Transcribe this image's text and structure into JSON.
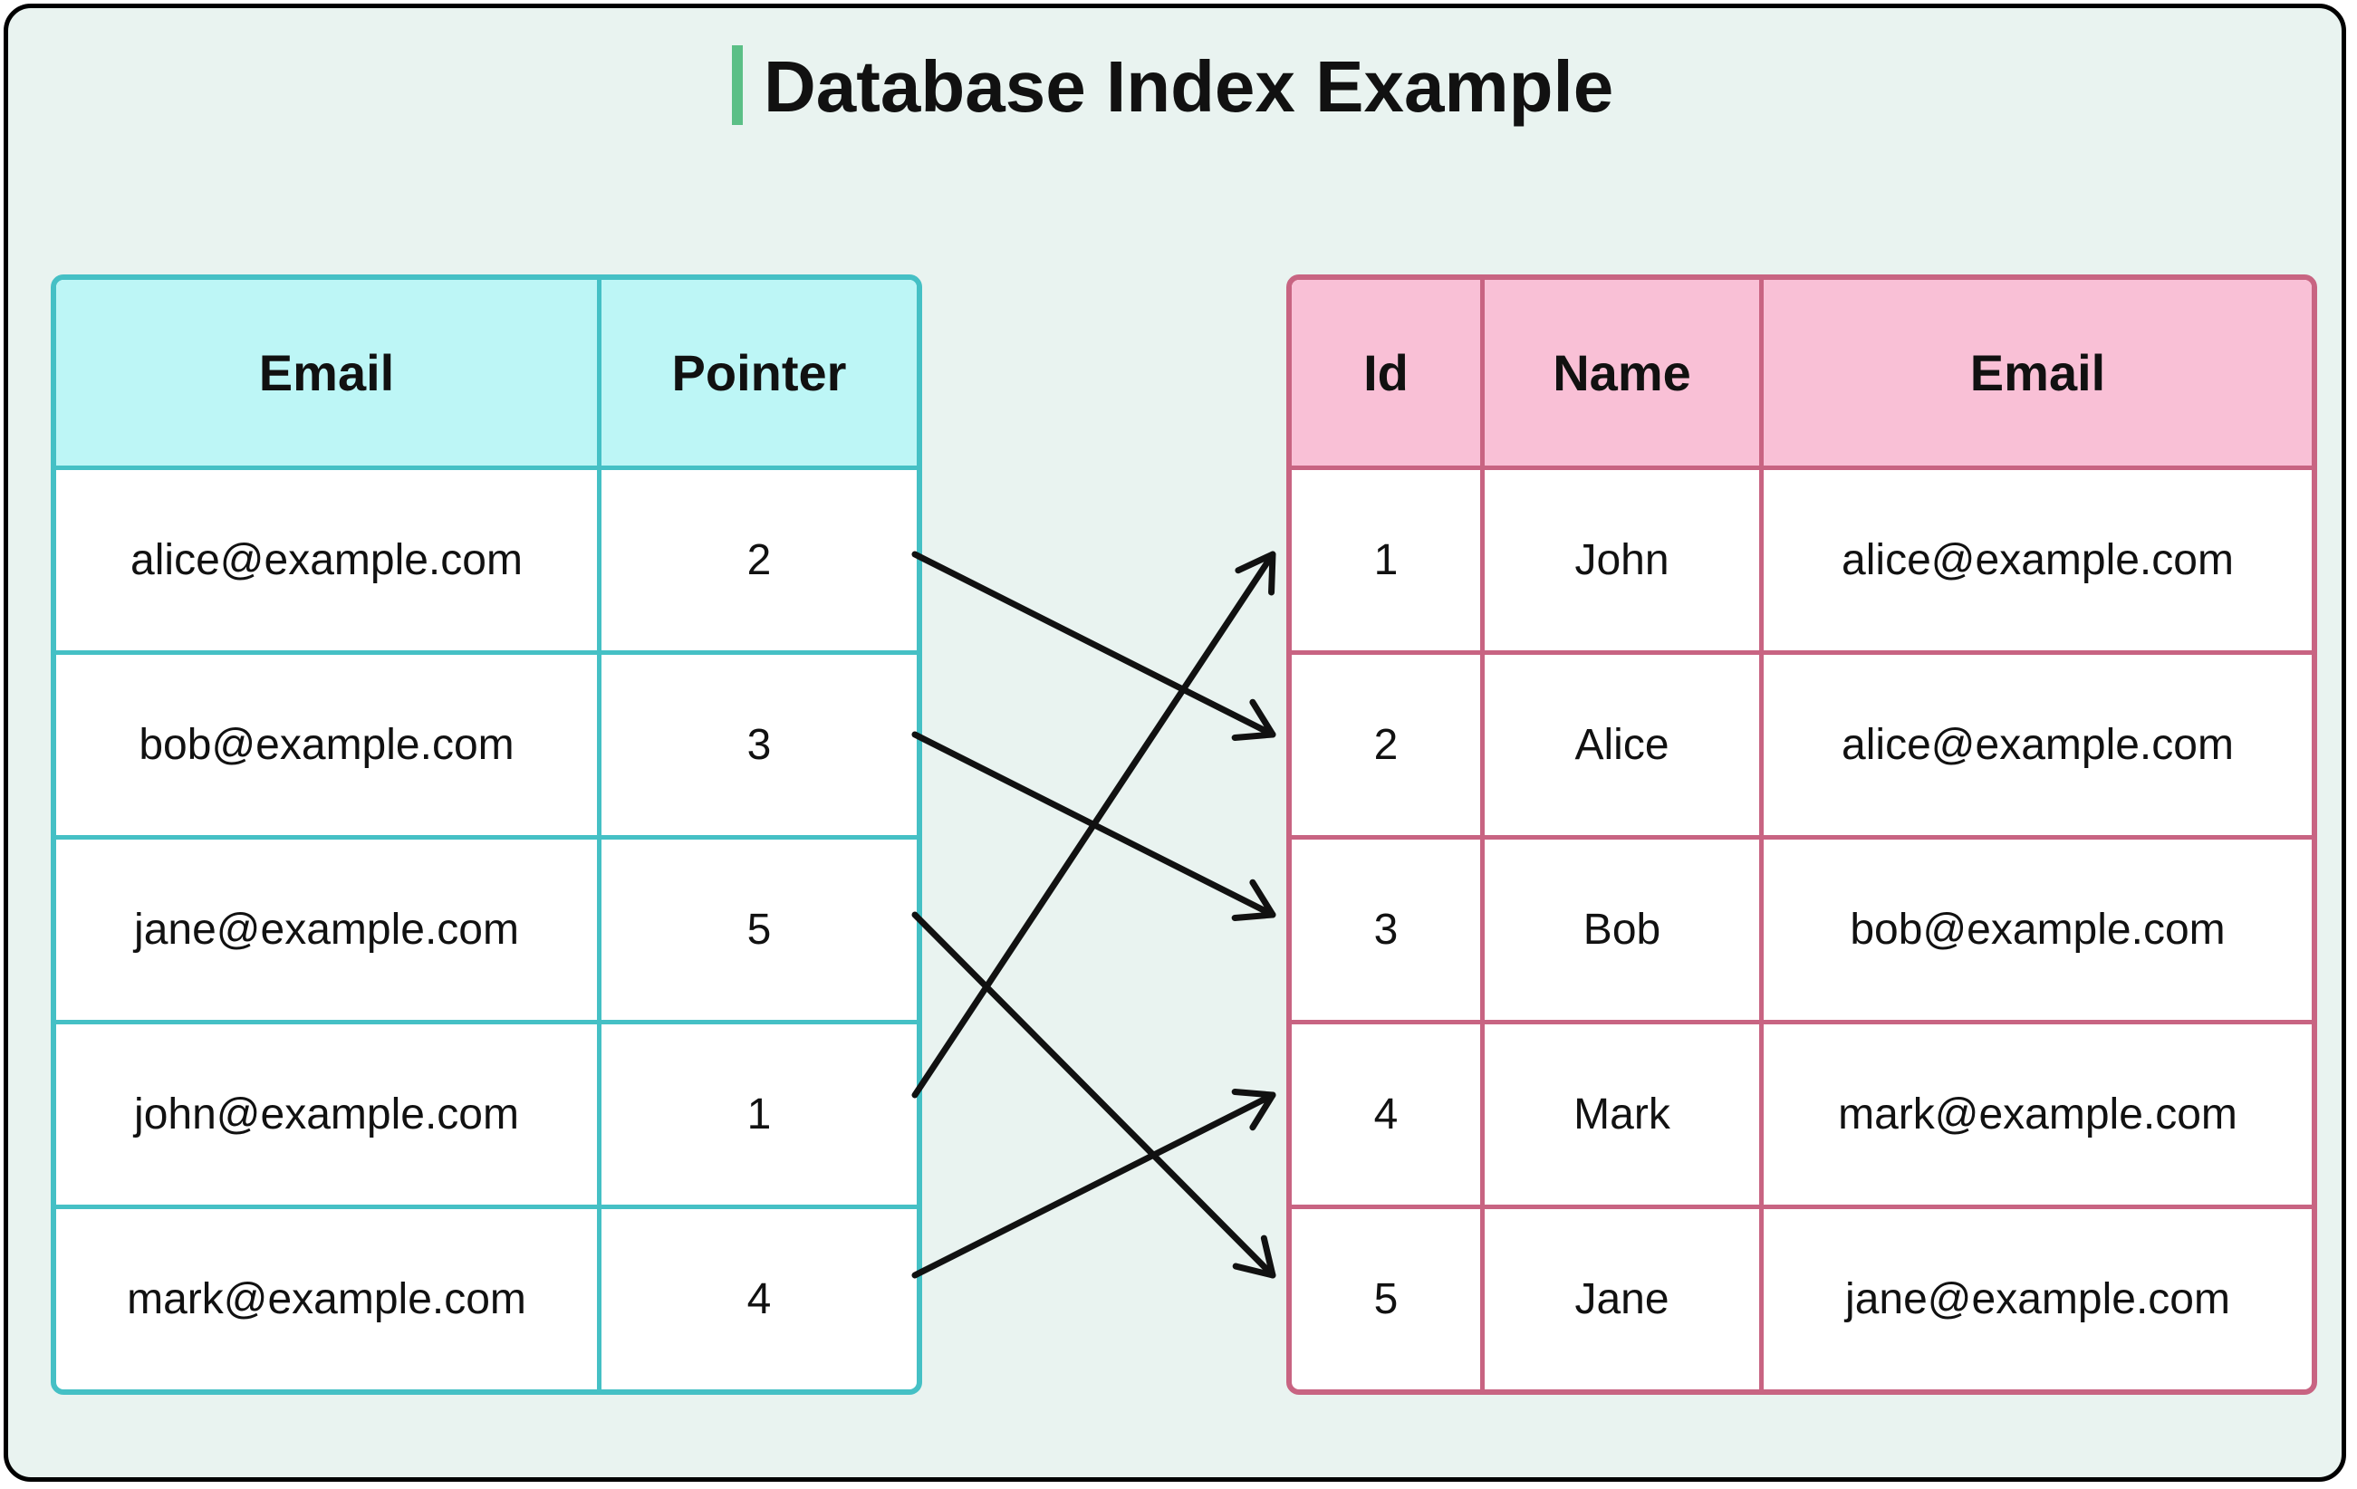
{
  "title": "Database Index Example",
  "colors": {
    "background": "#e9f3f0",
    "title_accent": "#5bbf86",
    "index_border": "#45c0c5",
    "index_header": "#bdf6f6",
    "data_border": "#c86482",
    "data_header": "#f9c0d6"
  },
  "index_table": {
    "headers": [
      "Email",
      "Pointer"
    ],
    "rows": [
      [
        "alice@example.com",
        "2"
      ],
      [
        "bob@example.com",
        "3"
      ],
      [
        "jane@example.com",
        "5"
      ],
      [
        "john@example.com",
        "1"
      ],
      [
        "mark@example.com",
        "4"
      ]
    ]
  },
  "data_table": {
    "headers": [
      "Id",
      "Name",
      "Email"
    ],
    "rows": [
      [
        "1",
        "John",
        "alice@example.com"
      ],
      [
        "2",
        "Alice",
        "alice@example.com"
      ],
      [
        "3",
        "Bob",
        "bob@example.com"
      ],
      [
        "4",
        "Mark",
        "mark@example.com"
      ],
      [
        "5",
        "Jane",
        "jane@example.com"
      ]
    ]
  },
  "pointer_links": [
    {
      "from_row": 1,
      "to_id": 2
    },
    {
      "from_row": 2,
      "to_id": 3
    },
    {
      "from_row": 3,
      "to_id": 5
    },
    {
      "from_row": 4,
      "to_id": 1
    },
    {
      "from_row": 5,
      "to_id": 4
    }
  ]
}
